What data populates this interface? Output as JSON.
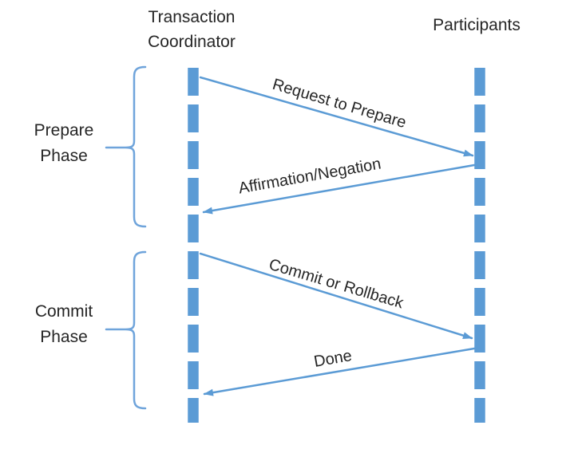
{
  "colors": {
    "accent": "#5B9BD5",
    "bracket": "#6FA4DB",
    "text": "#262626",
    "background": "#FFFFFF"
  },
  "actors": [
    {
      "id": "coordinator",
      "label": "Transaction Coordinator"
    },
    {
      "id": "participants",
      "label": "Participants"
    }
  ],
  "phases": [
    {
      "id": "prepare",
      "label": "Prepare Phase"
    },
    {
      "id": "commit",
      "label": "Commit Phase"
    }
  ],
  "messages": [
    {
      "label": "Request to Prepare",
      "from": "coordinator",
      "to": "participants"
    },
    {
      "label": "Affirmation/Negation",
      "from": "participants",
      "to": "coordinator"
    },
    {
      "label": "Commit or Rollback",
      "from": "coordinator",
      "to": "participants"
    },
    {
      "label": "Done",
      "from": "participants",
      "to": "coordinator"
    }
  ]
}
